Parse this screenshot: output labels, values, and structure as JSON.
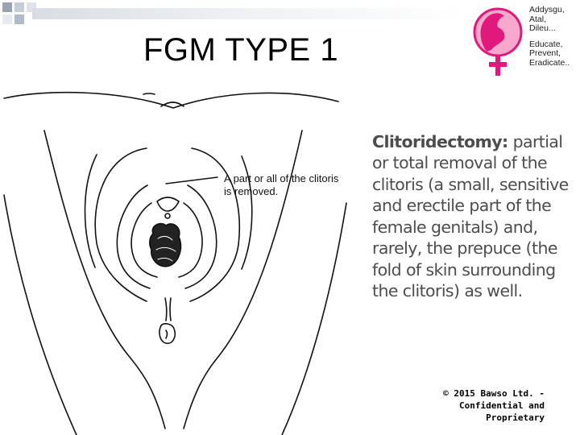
{
  "slide": {
    "title": "FGM TYPE 1"
  },
  "logo": {
    "lines_top": [
      "Addysgu,",
      "Atal,",
      "Dileu..."
    ],
    "lines_bottom": [
      "Educate,",
      "Prevent,",
      "Eradicate.."
    ],
    "colors": {
      "brand": "#e2197d",
      "light": "#f7a8cc"
    }
  },
  "figure": {
    "label_lines": [
      "A part or all of the clitoris",
      "is removed."
    ]
  },
  "description": {
    "term": "Clitoridectomy:",
    "body": " partial or total removal of the clitoris (a small, sensitive and erectile part of the female genitals) and, rarely, the prepuce (the fold of skin surrounding the clitoris) as well."
  },
  "footer": {
    "copyright_lines": [
      "© 2015 Bawso Ltd. -",
      "Confidential and",
      "Proprietary"
    ]
  },
  "theme": {
    "accent_gray": "#9aa3b2",
    "text_gray": "#4d4d4d"
  }
}
